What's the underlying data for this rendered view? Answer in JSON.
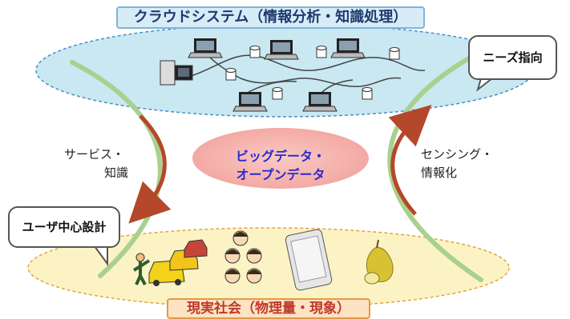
{
  "cloud_title": "クラウドシステム（情報分析・知識処理）",
  "real_world_title": "現実社会（物理量・現象）",
  "needs_callout": "ニーズ指向",
  "user_centered_callout": "ユーザ中心設計",
  "left_flow": {
    "line1": "サービス・",
    "line2": "知識"
  },
  "right_flow": {
    "line1": "センシング・",
    "line2": "情報化"
  },
  "center": {
    "line1": "ビッグデータ・",
    "line2": "オープンデータ"
  },
  "colors": {
    "cloud_ellipse": "#c9e8f2",
    "real_world_ellipse": "#fbf3c4",
    "arc_green": "#a9d08e",
    "flow_arrow": "#b5482a",
    "center_oval": "#f4a9a3",
    "center_text": "#2a2ad0"
  },
  "icons": [
    "server-icon",
    "laptop-icon",
    "database-icon",
    "taxi-icon",
    "person-icon",
    "face-icon",
    "smartphone-icon",
    "pear-icon"
  ]
}
